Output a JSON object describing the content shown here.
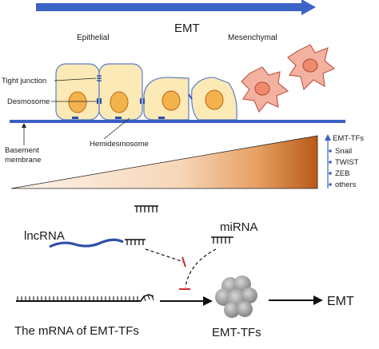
{
  "top_arrow": {
    "label": "EMT"
  },
  "stages": {
    "left": "Epithelial",
    "right": "Mesenchymal"
  },
  "labels": {
    "tight_junction": "Tight junction",
    "desmosome": "Desmosome",
    "hemidesmosome": "Hemidesmosome",
    "basement_membrane_line1": "Basement",
    "basement_membrane_line2": "membrane"
  },
  "emt_tfs_legend": {
    "title": "EMT-TFs",
    "items": [
      "Snail",
      "TWIST",
      "ZEB",
      "others"
    ]
  },
  "pathway": {
    "lncrna": "lncRNA",
    "mirna": "miRNA",
    "mrna": "The mRNA of EMT-TFs",
    "protein": "EMT-TFs",
    "outcome": "EMT"
  },
  "colors": {
    "arrow_blue": "#3b64c6",
    "membrane_blue": "#3a5fc4",
    "lncrna_blue": "#2f4fa8",
    "cell_fill": "#fbe9b6",
    "cell_stroke": "#5b7ec8",
    "nucleus_fill": "#f4b24c",
    "mesenchymal_fill": "#f3b2a0",
    "mesenchymal_stroke": "#c45a4a",
    "gradient_end": "#b85a18",
    "inhibit_red": "#d02b2b"
  }
}
